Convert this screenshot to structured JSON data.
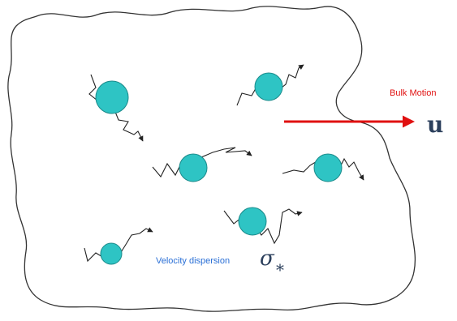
{
  "diagram": {
    "labels": {
      "bulk_motion": "Bulk Motion",
      "velocity_symbol": "u",
      "dispersion": "Velocity dispersion",
      "sigma_symbol": "σ",
      "sigma_subscript": "*"
    },
    "colors": {
      "outline": "#333333",
      "particle_fill": "#2ec4c4",
      "particle_stroke": "#1a8a8a",
      "path": "#222222",
      "bulk_arrow": "#e01010",
      "bulk_label": "#e01010",
      "dispersion_label": "#2a6fd6",
      "symbol": "#2b3f5c"
    }
  }
}
